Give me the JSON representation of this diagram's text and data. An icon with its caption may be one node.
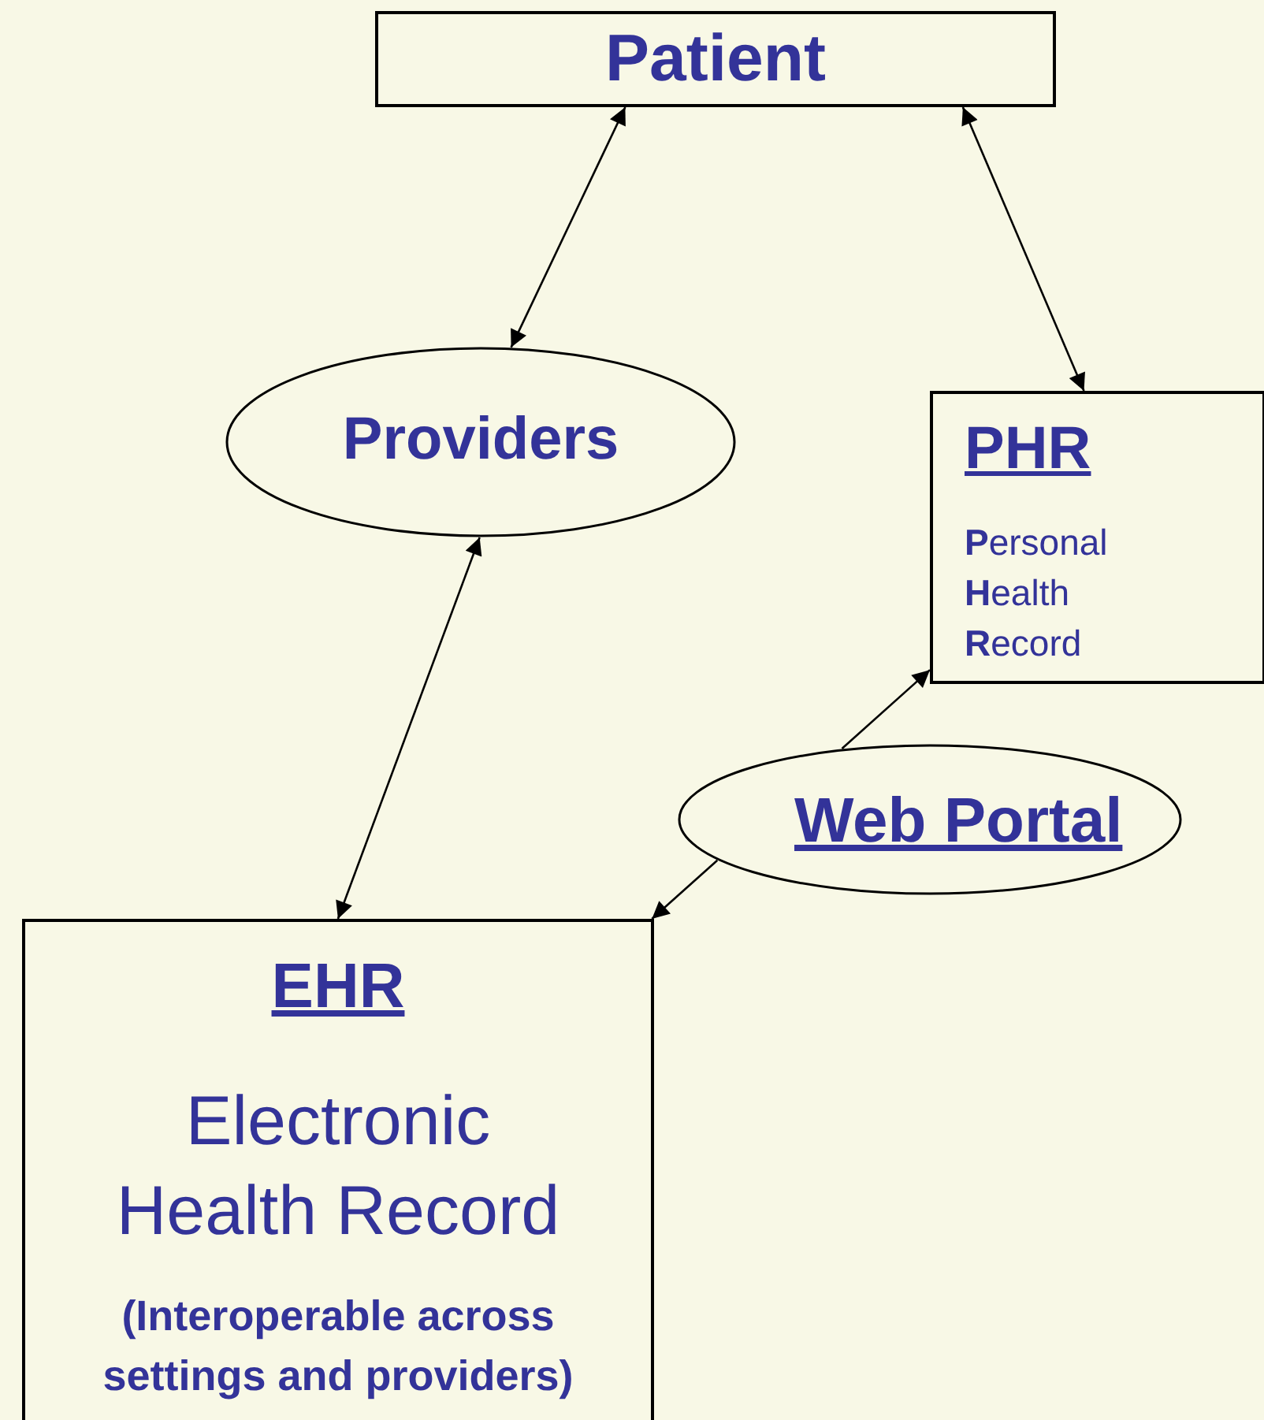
{
  "diagram": {
    "nodes": [
      {
        "text": [
          "Patient"
        ]
      },
      {
        "text": [
          "Providers"
        ]
      },
      {
        "text": [
          "PHR",
          "**P**ersonal **H**ealth **R**ecord"
        ]
      },
      {
        "text": [
          "Web Portal"
        ]
      },
      {
        "text": [
          "EHR",
          "Electronic Health Record",
          "(Interoperable across settings and providers)"
        ]
      }
    ],
    "edges": [
      {
        "from": 0,
        "to": 1,
        "arrow": "both"
      },
      {
        "from": 0,
        "to": 2,
        "arrow": "both"
      },
      {
        "from": 1,
        "to": 4,
        "arrow": "both"
      },
      {
        "from": 3,
        "to": 4,
        "arrow": "to"
      },
      {
        "from": 3,
        "to": 2,
        "arrow": "to"
      }
    ]
  }
}
